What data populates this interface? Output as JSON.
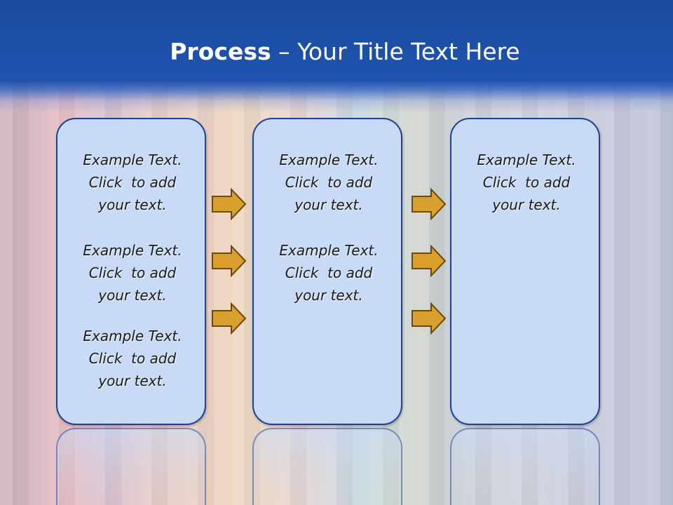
{
  "title": {
    "bold": "Process",
    "rest": " – Your Title Text Here"
  },
  "columns": [
    {
      "blocks": [
        {
          "line1": "Example Text.",
          "line2": "Click  to add",
          "line3": "your text."
        },
        {
          "line1": "Example Text.",
          "line2": "Click  to add",
          "line3": "your text."
        },
        {
          "line1": "Example Text.",
          "line2": "Click  to add",
          "line3": "your text."
        }
      ]
    },
    {
      "blocks": [
        {
          "line1": "Example Text.",
          "line2": "Click  to add",
          "line3": "your text."
        },
        {
          "line1": "Example Text.",
          "line2": "Click  to add",
          "line3": "your text."
        }
      ]
    },
    {
      "blocks": [
        {
          "line1": "Example Text.",
          "line2": "Click  to add",
          "line3": "your text."
        }
      ]
    }
  ],
  "colors": {
    "header": "#1e54b0",
    "box_fill": "#c8daf5",
    "box_border": "#1f3f98",
    "arrow_fill": "#d9a02e",
    "arrow_border": "#6b4a12"
  },
  "icons": [
    "right-arrow-icon"
  ]
}
